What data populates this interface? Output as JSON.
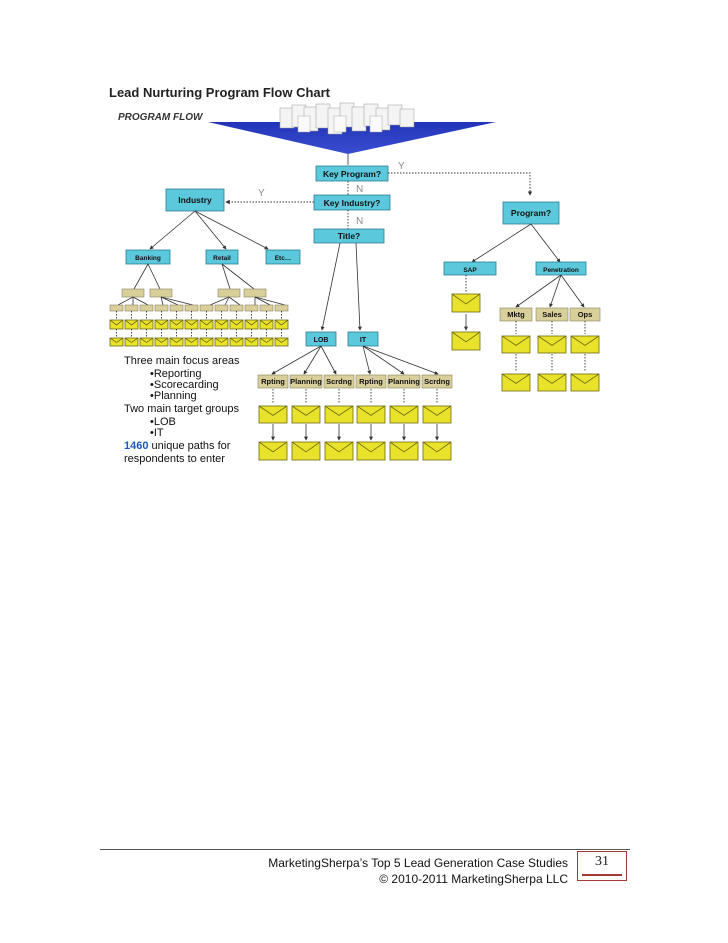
{
  "page": {
    "title": "Lead Nurturing Program Flow Chart"
  },
  "flow": {
    "header": "PROGRAM FLOW",
    "nodes": {
      "key_program": "Key Program?",
      "key_industry": "Key Industry?",
      "title_q": "Title?",
      "industry": "Industry",
      "program_q": "Program?",
      "banking": "Banking",
      "retail": "Retail",
      "etc": "Etc…",
      "sap": "SAP",
      "penetration": "Penetration",
      "lob": "LOB",
      "it": "IT",
      "mktg": "Mktg",
      "sales": "Sales",
      "ops": "Ops",
      "rpting": "Rpting",
      "planning": "Planning",
      "scrdng": "Scrdng"
    },
    "edge_labels": {
      "y": "Y",
      "n": "N"
    },
    "notes": {
      "line1": "Three main focus areas",
      "bullet_reporting": "•Reporting",
      "bullet_scorecarding": "•Scorecarding",
      "bullet_planning": "•Planning",
      "line2": "Two main target groups",
      "bullet_lob": "•LOB",
      "bullet_it": "•IT",
      "paths_count": "1460",
      "paths_text": " unique paths for",
      "paths_text2": "respondents to enter"
    },
    "colors": {
      "node": "#5bc8dc",
      "envelope": "#e8e22a",
      "tan": "#d8cf9a",
      "funnel": "#2f3fc0",
      "highlight": "#1b58c4"
    }
  },
  "footer": {
    "line1": "MarketingSherpa’s Top 5 Lead Generation Case Studies",
    "line2": "© 2010-2011 MarketingSherpa LLC",
    "page_number": "31"
  }
}
